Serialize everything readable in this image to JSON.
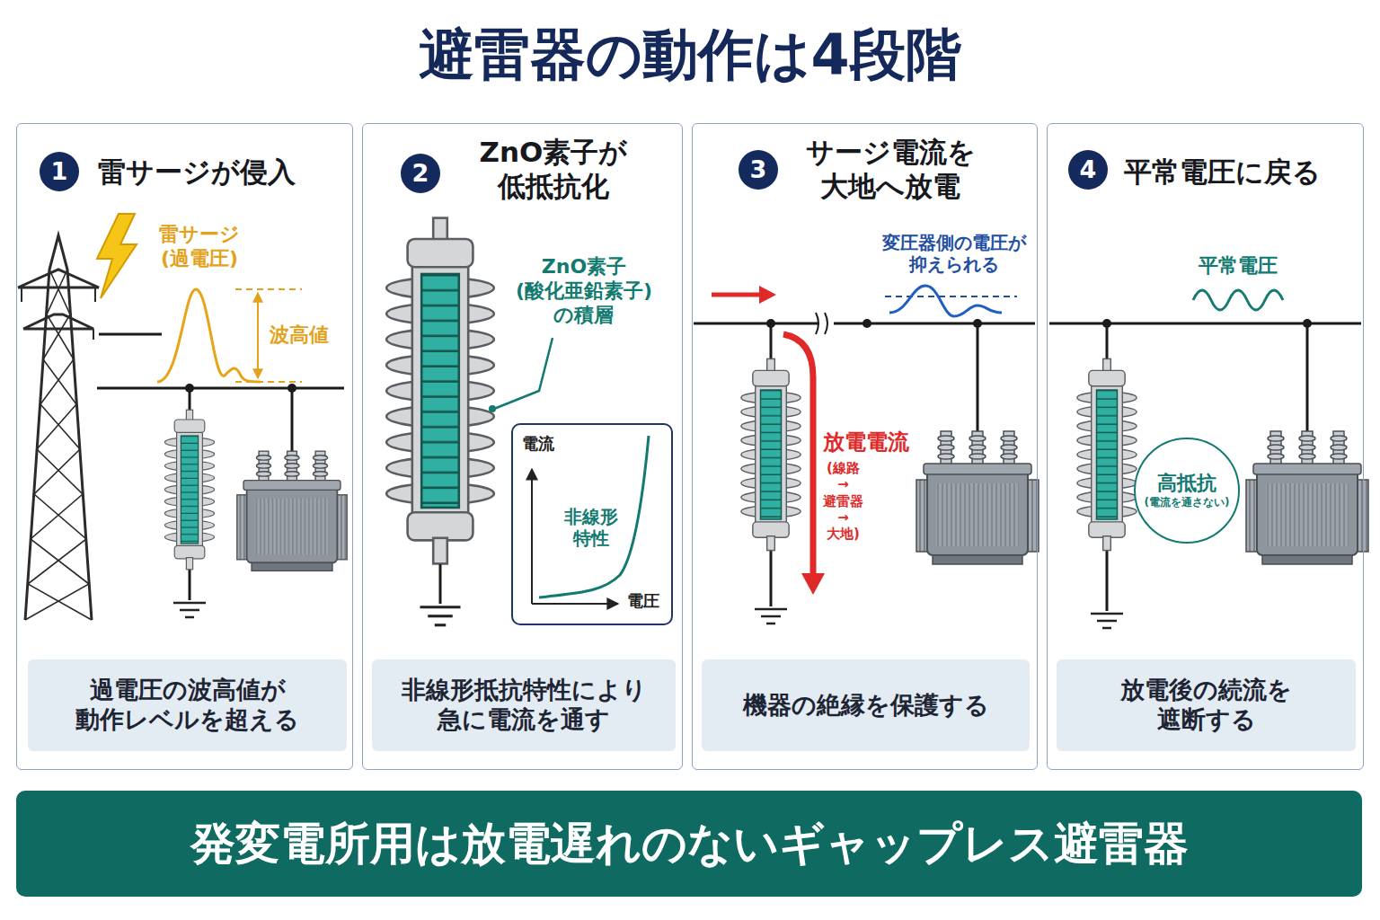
{
  "diagram": {
    "title": "避雷器の動作は4段階",
    "nodes": [
      {
        "text": [
          "雷サージが侵入"
        ]
      },
      {
        "text": [
          "1"
        ],
        "in": 0
      },
      {
        "text": [
          "過電圧の波高値が 動作レベルを超える"
        ],
        "in": 0
      },
      {
        "text": [
          "ZnO素子が 低抵抗化"
        ]
      },
      {
        "text": [
          "2"
        ],
        "in": 3
      },
      {
        "text": [
          "電流",
          "非線形 特性",
          "電圧"
        ],
        "in": 3
      },
      {
        "text": [
          "非線形抵抗特性により 急に電流を通す"
        ],
        "in": 3
      },
      {
        "text": [
          "サージ電流を 大地へ放電"
        ]
      },
      {
        "text": [
          "3"
        ],
        "in": 7
      },
      {
        "text": [
          "機器の絶縁を保護する"
        ],
        "in": 7
      },
      {
        "text": [
          "平常電圧に戻る"
        ]
      },
      {
        "text": [
          "4"
        ],
        "in": 10
      },
      {
        "text": [
          "高抵抗",
          "(電流を通さない)"
        ],
        "in": 10
      },
      {
        "text": [
          "放電後の続流を 遮断する"
        ],
        "in": 10
      },
      {
        "text": [
          "発変電所用は放電遅れのないギャップレス避雷器"
        ]
      }
    ],
    "labels": [
      "雷サージ (過電圧)",
      "波高値",
      "ZnO素子 (酸化亜鉛素子) の積層",
      "変圧器側の電圧が 抑えられる",
      "放電電流",
      "(線路→避雷器 →大地)",
      "平常電圧"
    ]
  }
}
